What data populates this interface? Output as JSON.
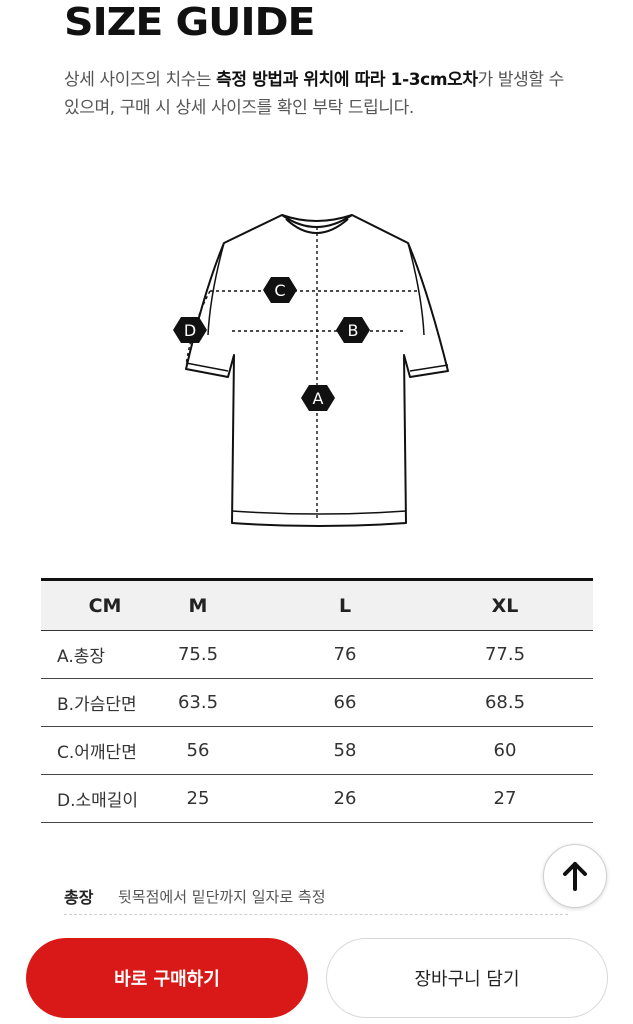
{
  "header": {
    "title": "SIZE GUIDE",
    "desc_1": "상세 사이즈의 치수는 ",
    "desc_bold": "측정 방법과 위치에 따라 1-3cm오차",
    "desc_2": "가 발생할 수 있으며, 구매 시 상세 사이즈를 확인 부탁 드립니다."
  },
  "diagram": {
    "labels": {
      "a": "A",
      "b": "B",
      "c": "C",
      "d": "D"
    }
  },
  "table": {
    "headers": [
      "CM",
      "M",
      "L",
      "XL"
    ],
    "rows": [
      [
        "A.총장",
        "75.5",
        "76",
        "77.5"
      ],
      [
        "B.가슴단면",
        "63.5",
        "66",
        "68.5"
      ],
      [
        "C.어깨단면",
        "56",
        "58",
        "60"
      ],
      [
        "D.소매길이",
        "25",
        "26",
        "27"
      ]
    ]
  },
  "notes": [
    {
      "key": "총장",
      "value": "뒷목점에서 밑단까지 일자로 측정"
    }
  ],
  "actions": {
    "buy_now": "바로 구매하기",
    "add_to_cart": "장바구니 담기",
    "scroll_top_icon": "arrow-up-icon"
  },
  "colors": {
    "primary": "#d91818",
    "text": "#222222"
  }
}
